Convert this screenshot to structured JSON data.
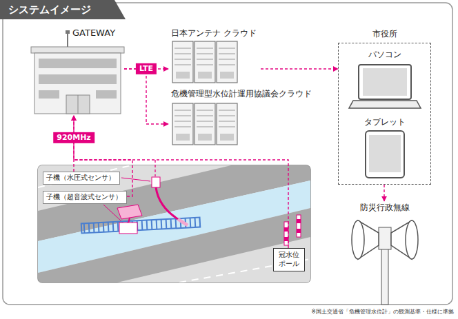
{
  "diagram": {
    "title": "システムイメージ",
    "nodes": [
      {
        "text": [
          "GATEWAY"
        ]
      },
      {
        "text": [
          "日本アンテナ クラウド"
        ]
      },
      {
        "text": [
          "危機管理型水位計運用協議会クラウド"
        ]
      },
      {
        "text": [
          "市役所"
        ]
      },
      {
        "text": [
          "パソコン"
        ],
        "in": 3
      },
      {
        "text": [
          "タブレット"
        ],
        "in": 3
      },
      {
        "text": [
          "防災行政無線"
        ]
      },
      {
        "text": [
          "子機（水圧式センサ）"
        ]
      },
      {
        "text": [
          "子機（超音波式センサ）"
        ]
      },
      {
        "text": [
          "冠水位 ポール"
        ]
      }
    ],
    "edges": [
      {
        "from": 0,
        "to": 1,
        "arrow": "to",
        "label": "LTE"
      },
      {
        "from": 0,
        "to": 2,
        "arrow": "to"
      },
      {
        "from": 1,
        "to": 3,
        "arrow": "to"
      },
      {
        "from": 3,
        "to": 6,
        "arrow": "to"
      },
      {
        "from": 7,
        "to": 0,
        "arrow": "to",
        "label": "920MHz"
      },
      {
        "from": 8,
        "to": 0,
        "arrow": "to"
      },
      {
        "from": 9,
        "to": 0,
        "arrow": "to"
      }
    ],
    "labels": [
      "※国土交通省「危機管理水位計」の観測基準・仕様に準拠"
    ]
  }
}
